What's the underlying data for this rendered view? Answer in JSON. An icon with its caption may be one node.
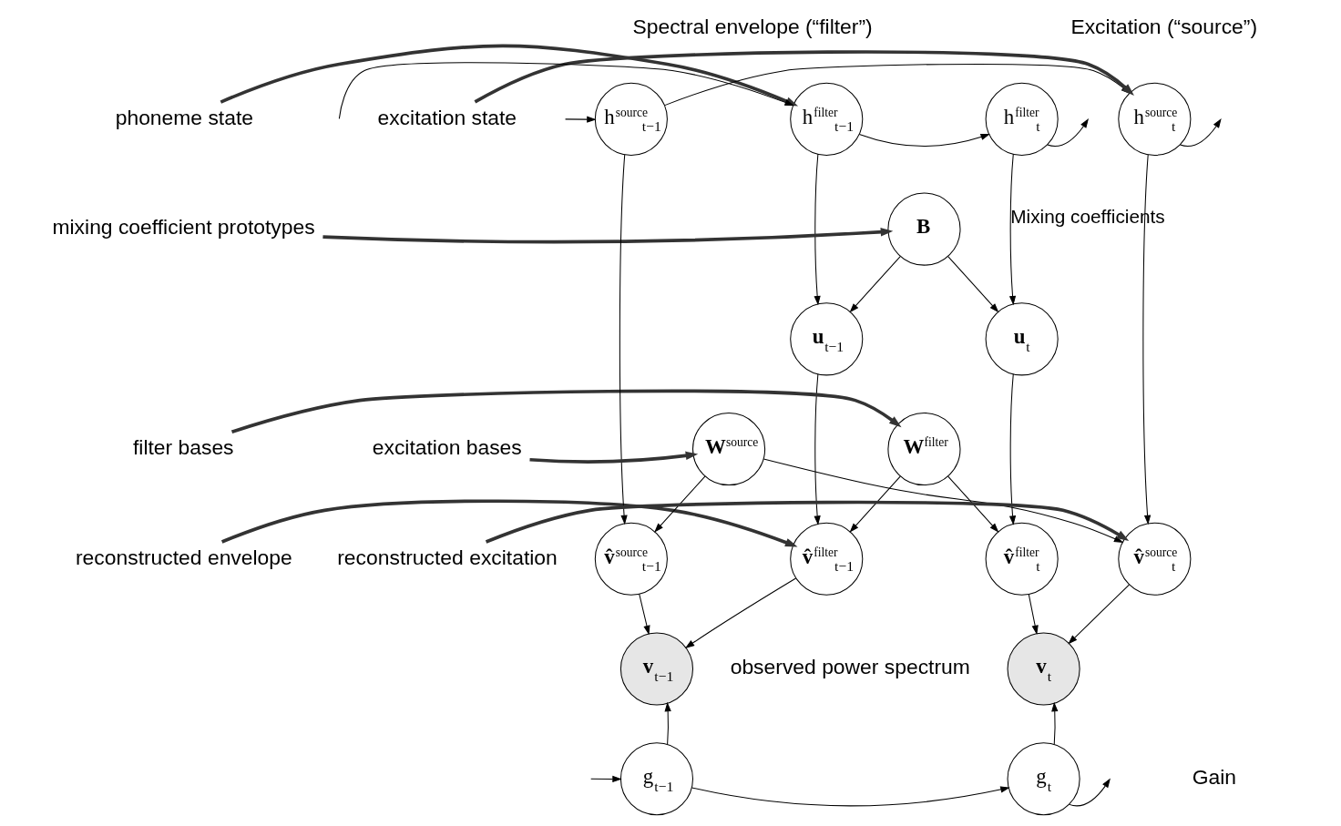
{
  "diagram": {
    "nodes": [
      {
        "text": [
          "phoneme state"
        ]
      },
      {
        "text": [
          "h$^{filter}$$_{t−1}$"
        ]
      },
      {
        "text": [
          "h$^{filter}$$_{t}$"
        ]
      },
      {
        "text": [
          "mixing coefficient prototypes"
        ]
      },
      {
        "text": [
          "**B**"
        ]
      },
      {
        "text": [
          "**u**$_{t−1}$"
        ]
      },
      {
        "text": [
          "**u**$_{t}$"
        ]
      },
      {
        "text": [
          "filter bases"
        ]
      },
      {
        "text": [
          "**W**$^{filter}$"
        ]
      },
      {
        "text": [
          "**v̂**$^{filter}$$_{t−1}$"
        ]
      },
      {
        "text": [
          "**v̂**$^{filter}$$_{t}$"
        ]
      },
      {
        "text": [
          "reconstructed envelope"
        ]
      },
      {
        "text": [
          "h$^{source}$$_{t−1}$"
        ]
      },
      {
        "text": [
          "h$^{source}$$_{t}$"
        ]
      },
      {
        "text": [
          "excitation state"
        ]
      },
      {
        "text": [
          "excitation bases"
        ]
      },
      {
        "text": [
          "**W**$^{source}$"
        ]
      },
      {
        "text": [
          "**v̂**$^{source}$$_{t−1}$"
        ]
      },
      {
        "text": [
          "**v̂**$^{source}$$_{t}$"
        ]
      },
      {
        "text": [
          "reconstructed excitation"
        ]
      },
      {
        "text": [
          "**v**$_{t−1}$"
        ]
      },
      {
        "text": [
          "**v**$_{t}$"
        ]
      },
      {
        "text": [
          "g$_{t−1}$"
        ]
      },
      {
        "text": [
          "g$_{t}$"
        ]
      }
    ],
    "edges": [
      {
        "from": null,
        "to": 1,
        "arrow": "to"
      },
      {
        "from": 1,
        "to": 2,
        "arrow": "to"
      },
      {
        "from": 2,
        "to": null,
        "arrow": "to"
      },
      {
        "from": null,
        "to": 12,
        "arrow": "to"
      },
      {
        "from": 12,
        "to": 13,
        "arrow": "to"
      },
      {
        "from": 13,
        "to": null,
        "arrow": "to"
      },
      {
        "from": 0,
        "to": 1,
        "arrow": "to",
        "style": "thick"
      },
      {
        "from": 3,
        "to": 4,
        "arrow": "to",
        "style": "thick"
      },
      {
        "from": 7,
        "to": 8,
        "arrow": "to",
        "style": "thick"
      },
      {
        "from": 11,
        "to": 9,
        "arrow": "to",
        "style": "thick"
      },
      {
        "from": 14,
        "to": 13,
        "arrow": "to",
        "style": "thick"
      },
      {
        "from": 15,
        "to": 16,
        "arrow": "to",
        "style": "thick"
      },
      {
        "from": 19,
        "to": 18,
        "arrow": "to",
        "style": "thick"
      },
      {
        "from": 1,
        "to": 5,
        "arrow": "to"
      },
      {
        "from": 2,
        "to": 6,
        "arrow": "to",
        "label": "Mixing coefficients"
      },
      {
        "from": 4,
        "to": 5,
        "arrow": "to"
      },
      {
        "from": 4,
        "to": 6,
        "arrow": "to"
      },
      {
        "from": 5,
        "to": 9,
        "arrow": "to"
      },
      {
        "from": 6,
        "to": 10,
        "arrow": "to"
      },
      {
        "from": 8,
        "to": 9,
        "arrow": "to"
      },
      {
        "from": 8,
        "to": 10,
        "arrow": "to"
      },
      {
        "from": 12,
        "to": 17,
        "arrow": "to"
      },
      {
        "from": 13,
        "to": 18,
        "arrow": "to"
      },
      {
        "from": 16,
        "to": 17,
        "arrow": "to"
      },
      {
        "from": 16,
        "to": 18,
        "arrow": "to"
      },
      {
        "from": 9,
        "to": 20,
        "arrow": "to"
      },
      {
        "from": 10,
        "to": 21,
        "arrow": "to"
      },
      {
        "from": 17,
        "to": 20,
        "arrow": "to"
      },
      {
        "from": 18,
        "to": 21,
        "arrow": "to"
      },
      {
        "from": 22,
        "to": 20,
        "arrow": "to"
      },
      {
        "from": 23,
        "to": 21,
        "arrow": "to"
      },
      {
        "from": null,
        "to": 22,
        "arrow": "to"
      },
      {
        "from": 22,
        "to": 23,
        "arrow": "to"
      },
      {
        "from": 23,
        "to": null,
        "arrow": "to"
      }
    ],
    "labels": [
      "Spectral envelope (“filter”)",
      "Excitation (“source”)",
      "observed power spectrum",
      "Gain"
    ]
  }
}
